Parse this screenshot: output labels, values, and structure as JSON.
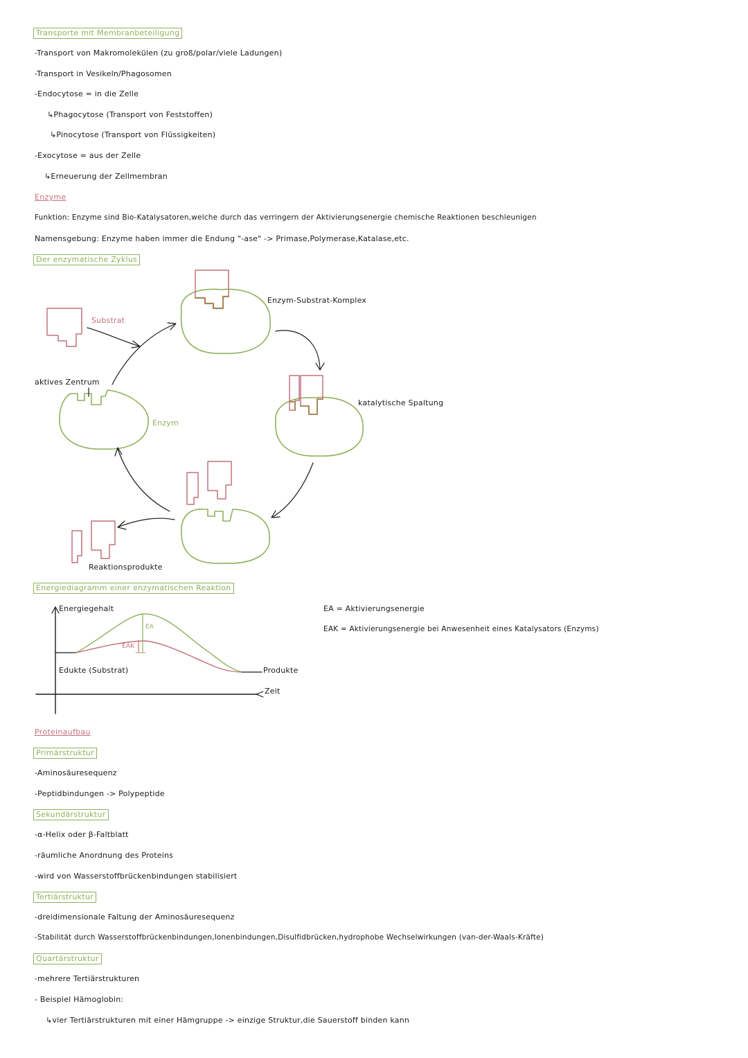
{
  "transport": {
    "heading": "Transporte mit Membranbeteiligung",
    "lines": [
      "-Transport von Makromolekülen (zu groß/polar/viele Ladungen)",
      "-Transport in Vesikeln/Phagosomen",
      "-Endocytose = in die Zelle",
      "↳Phagocytose (Transport von Feststoffen)",
      "↳Pinocytose (Transport von Flüssigkeiten)",
      "-Exocytose = aus der Zelle",
      "↳Erneuerung der Zellmembran"
    ]
  },
  "enzyme": {
    "heading": "Enzyme",
    "function": "Funktion: Enzyme sind Bio-Katalysatoren,welche durch das verringern der Aktivierungsenergie chemische Reaktionen beschleunigen",
    "naming": "Namensgebung: Enzyme haben immer die Endung \"-ase\" -> Primase,Polymerase,Katalase,etc."
  },
  "cycle": {
    "heading": "Der enzymatische Zyklus",
    "labels": {
      "substrat": "Substrat",
      "complex": "Enzym-Substrat-Komplex",
      "active_center": "aktives Zentrum",
      "enzym": "Enzym",
      "cleavage": "katalytische Spaltung",
      "products": "Reaktionsprodukte"
    }
  },
  "energy": {
    "heading": "Energiediagramm einer enzymatischen Reaktion",
    "y_label": "Energiegehalt",
    "educts": "Edukte (Substrat)",
    "products": "Produkte",
    "x_label": "Zeit",
    "ea_short": "EA",
    "eak_short": "EAK",
    "legend_ea": "EA = Aktivierungsenergie",
    "legend_eak": "EAK = Aktivierungsenergie bei Anwesenheit eines Katalysators (Enzyms)"
  },
  "protein": {
    "heading": "Proteinaufbau",
    "primary": {
      "heading": "Primärstruktur",
      "lines": [
        "-Aminosäuresequenz",
        "-Peptidbindungen -> Polypeptide"
      ]
    },
    "secondary": {
      "heading": "Sekundärstruktur",
      "lines": [
        "-α-Helix oder β-Faltblatt",
        "-räumliche Anordnung des Proteins",
        "-wird von Wasserstoffbrückenbindungen stabilisiert"
      ]
    },
    "tertiary": {
      "heading": "Tertiärstruktur",
      "lines": [
        "-dreidimensionale Faltung der Aminosäuresequenz",
        "-Stabilität durch Wasserstoffbrückenbindungen,Ionenbindungen,Disulfidbrücken,hydrophobe Wechselwirkungen (van-der-Waals-Kräfte)"
      ]
    },
    "quaternary": {
      "heading": "Quartärstruktur",
      "lines": [
        "-mehrere Tertiärstrukturen",
        "- Beispiel Hämoglobin:",
        "↳vier Tertiärstrukturen mit einer Hämgruppe -> einzige Struktur,die Sauerstoff binden kann"
      ]
    }
  },
  "colors": {
    "green": "#8fb05a",
    "pink": "#c2707d",
    "brown": "#a8875a",
    "ink": "#1a1a1a"
  }
}
